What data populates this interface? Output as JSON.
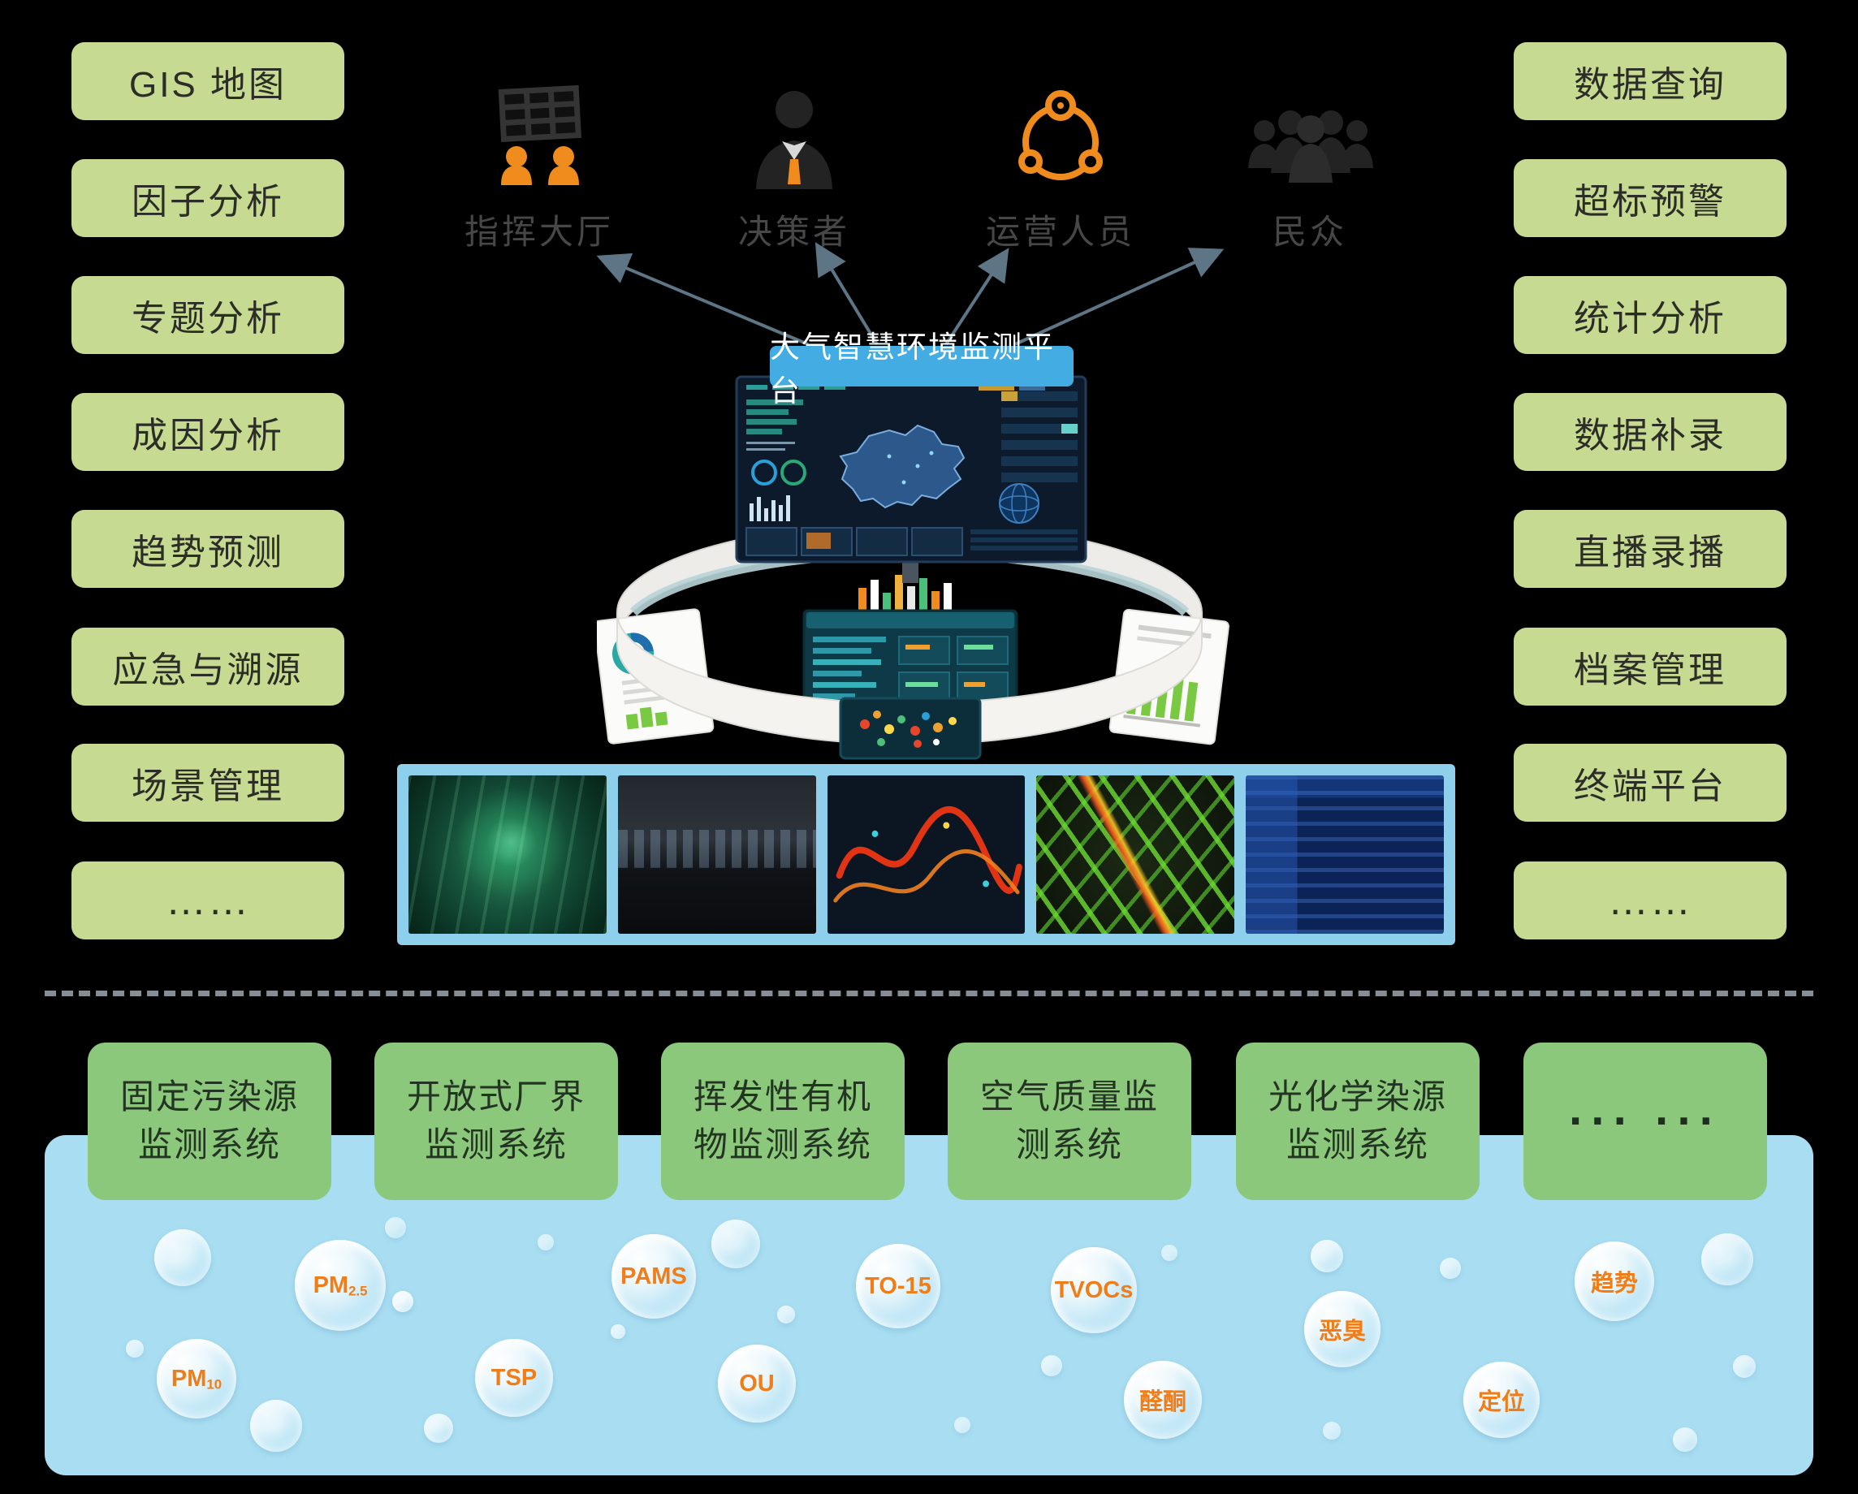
{
  "left_features": {
    "items": [
      "GIS 地图",
      "因子分析",
      "专题分析",
      "成因分析",
      "趋势预测",
      "应急与溯源",
      "场景管理",
      "……"
    ]
  },
  "right_features": {
    "items": [
      "数据查询",
      "超标预警",
      "统计分析",
      "数据补录",
      "直播录播",
      "档案管理",
      "终端平台",
      "……"
    ]
  },
  "actors": {
    "items": [
      {
        "label": "指挥大厅",
        "icon": "command-hall-icon"
      },
      {
        "label": "决策者",
        "icon": "decision-maker-icon"
      },
      {
        "label": "运营人员",
        "icon": "operations-staff-icon"
      },
      {
        "label": "民众",
        "icon": "public-crowd-icon"
      }
    ]
  },
  "platform": {
    "label": "大气智慧环境监测平台"
  },
  "systems": {
    "items": [
      "固定污染源\n监测系统",
      "开放式厂界\n监测系统",
      "挥发性有机\n物监测系统",
      "空气质量监\n测系统",
      "光化学染源\n监测系统",
      "··· ···"
    ]
  },
  "bubbles": {
    "items": [
      {
        "main": "PM",
        "sub": "2.5"
      },
      {
        "main": "PM",
        "sub": "10"
      },
      {
        "main": "TSP"
      },
      {
        "main": "PAMS"
      },
      {
        "main": "OU"
      },
      {
        "main": "TO-15"
      },
      {
        "main": "TVOCs"
      },
      {
        "main": "醛酮"
      },
      {
        "main": "恶臭"
      },
      {
        "main": "定位"
      },
      {
        "main": "趋势"
      }
    ]
  },
  "colors": {
    "accent_orange": "#f08c1e",
    "feature_green": "#c6da92",
    "system_green": "#8cc87c",
    "water_blue": "#a9def2",
    "platform_blue": "#43ade3"
  }
}
